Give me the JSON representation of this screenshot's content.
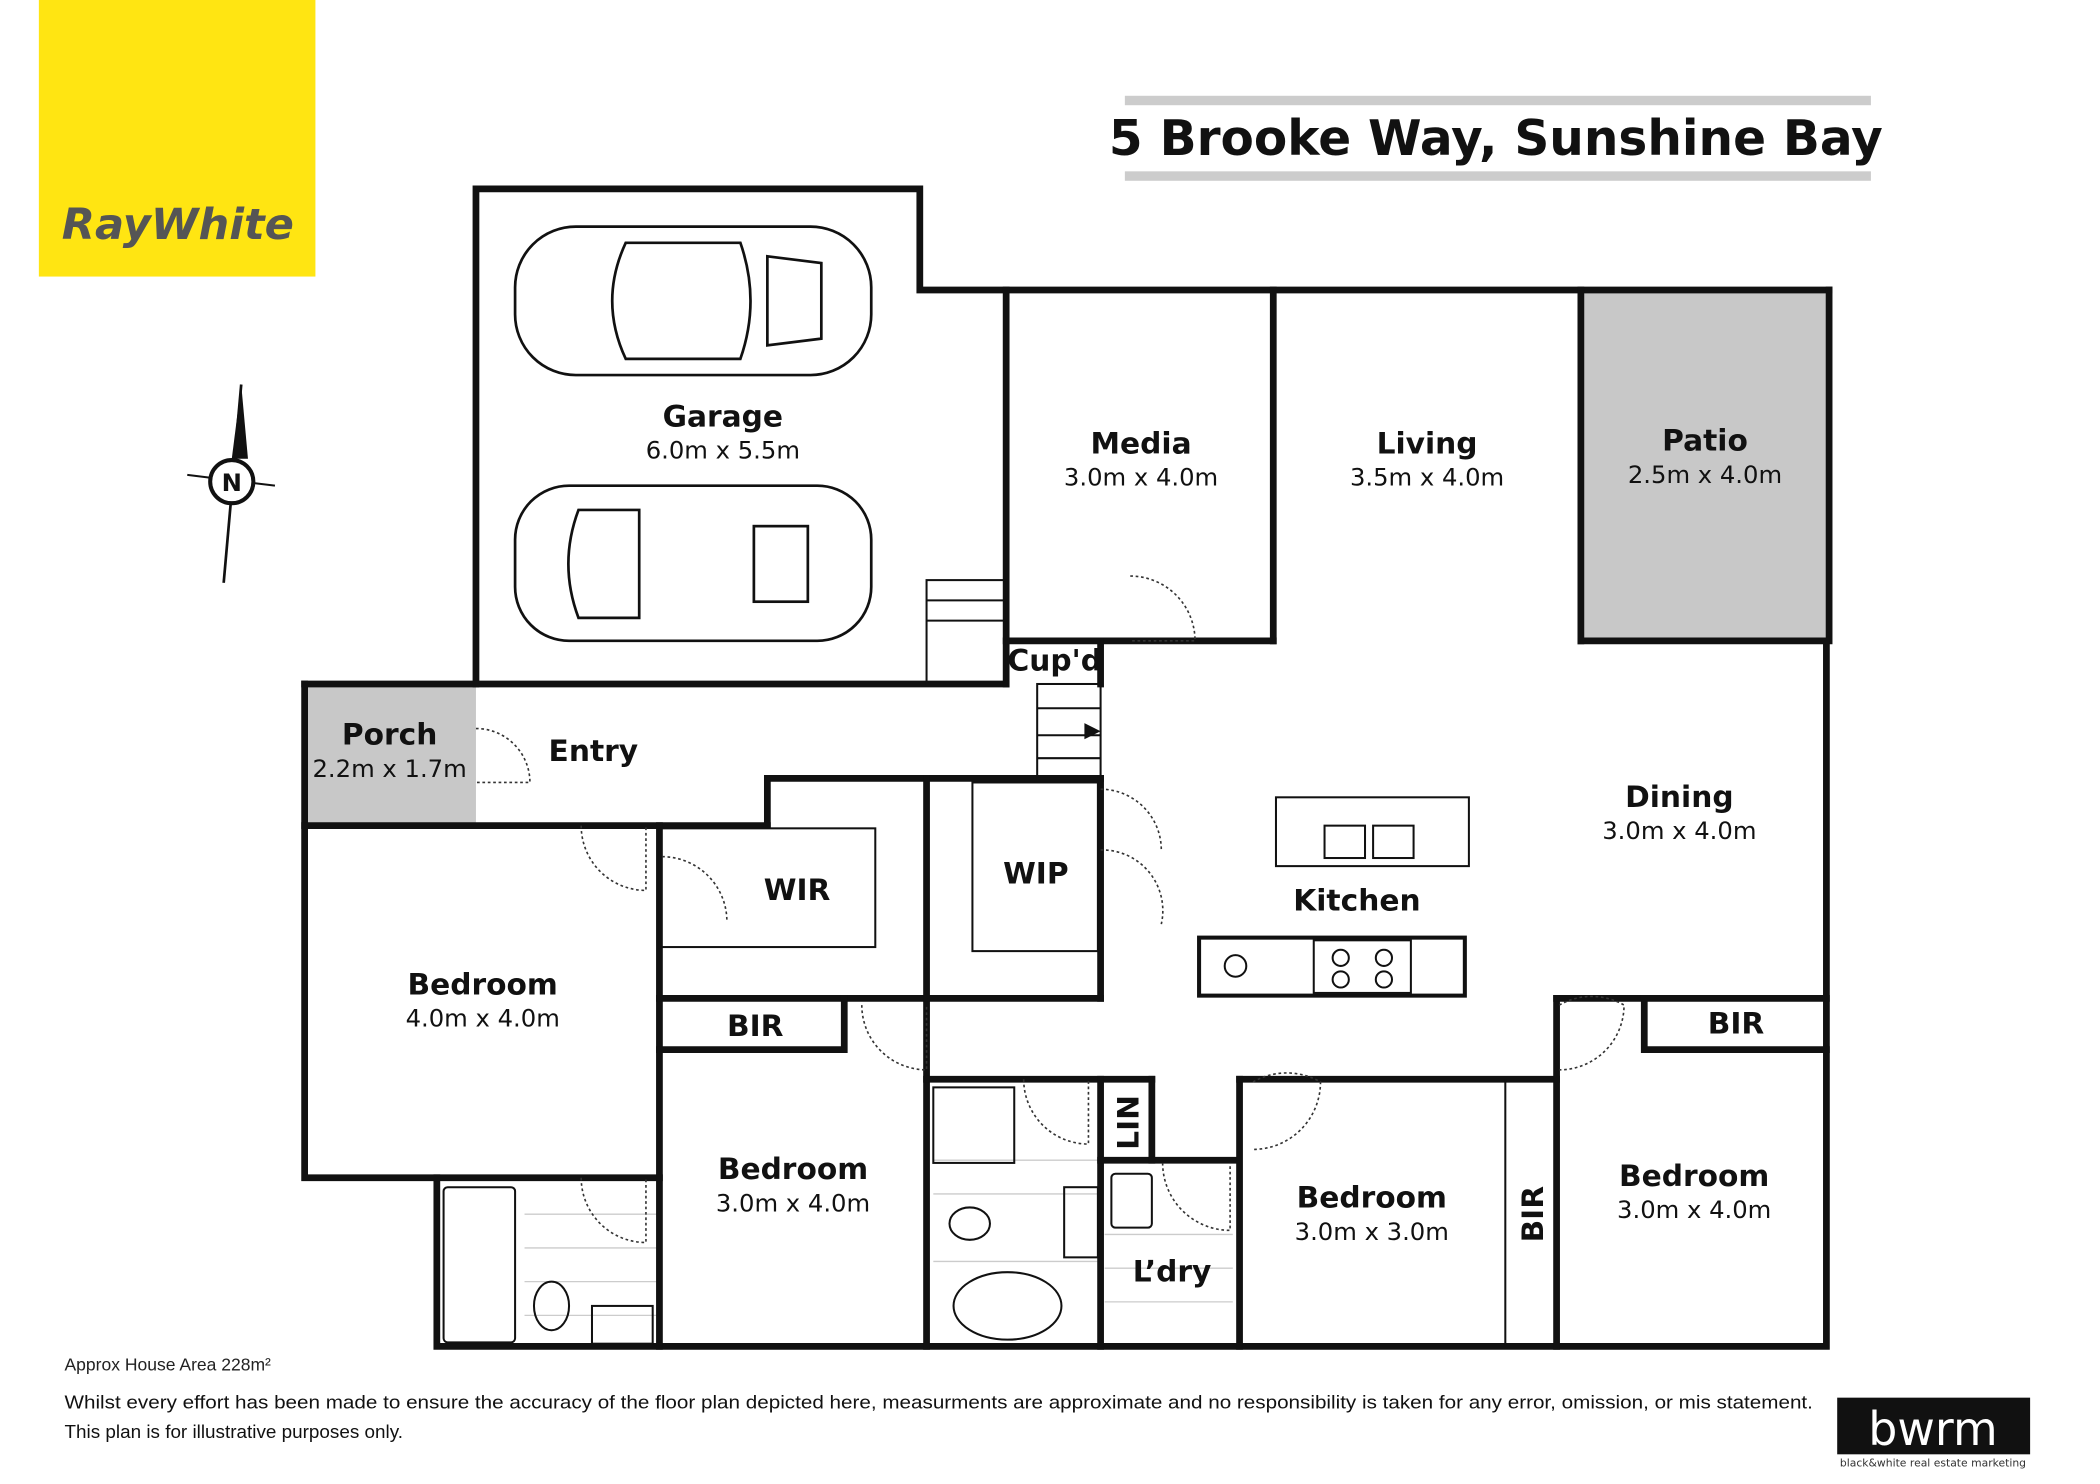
{
  "brand": {
    "name": "RayWhite",
    "color": "#FFE512"
  },
  "title": "5 Brooke Way, Sunshine Bay",
  "compass": {
    "label": "N"
  },
  "rooms": {
    "garage": {
      "name": "Garage",
      "dims": "6.0m x 5.5m"
    },
    "media": {
      "name": "Media",
      "dims": "3.0m x 4.0m"
    },
    "living": {
      "name": "Living",
      "dims": "3.5m x 4.0m"
    },
    "patio": {
      "name": "Patio",
      "dims": "2.5m x 4.0m"
    },
    "porch": {
      "name": "Porch",
      "dims": "2.2m x 1.7m"
    },
    "entry": {
      "name": "Entry"
    },
    "cupd": {
      "name": "Cup'd"
    },
    "wir": {
      "name": "WIR"
    },
    "wip": {
      "name": "WIP"
    },
    "kitchen": {
      "name": "Kitchen"
    },
    "dining": {
      "name": "Dining",
      "dims": "3.0m x 4.0m"
    },
    "bedroom_main": {
      "name": "Bedroom",
      "dims": "4.0m x 4.0m"
    },
    "bir_left": {
      "name": "BIR"
    },
    "bedroom_2": {
      "name": "Bedroom",
      "dims": "3.0m x 4.0m"
    },
    "lin": {
      "name": "LIN"
    },
    "laundry": {
      "name": "L’dry"
    },
    "bedroom_3": {
      "name": "Bedroom",
      "dims": "3.0m x 3.0m"
    },
    "bir_mid": {
      "name": "BIR"
    },
    "bir_right": {
      "name": "BIR"
    },
    "bedroom_4": {
      "name": "Bedroom",
      "dims": "3.0m x 4.0m"
    }
  },
  "footer": {
    "area": "Approx House Area 228m²",
    "disclaimer_1": "Whilst every effort has been made to ensure the accuracy of the floor plan depicted here, measurments are approximate and no responsibility is taken for any error, omission, or mis statement.",
    "disclaimer_2": "This plan is for illustrative purposes only."
  },
  "marketer_logo": {
    "mark": "bwrm",
    "tagline": "black&white real estate marketing"
  }
}
